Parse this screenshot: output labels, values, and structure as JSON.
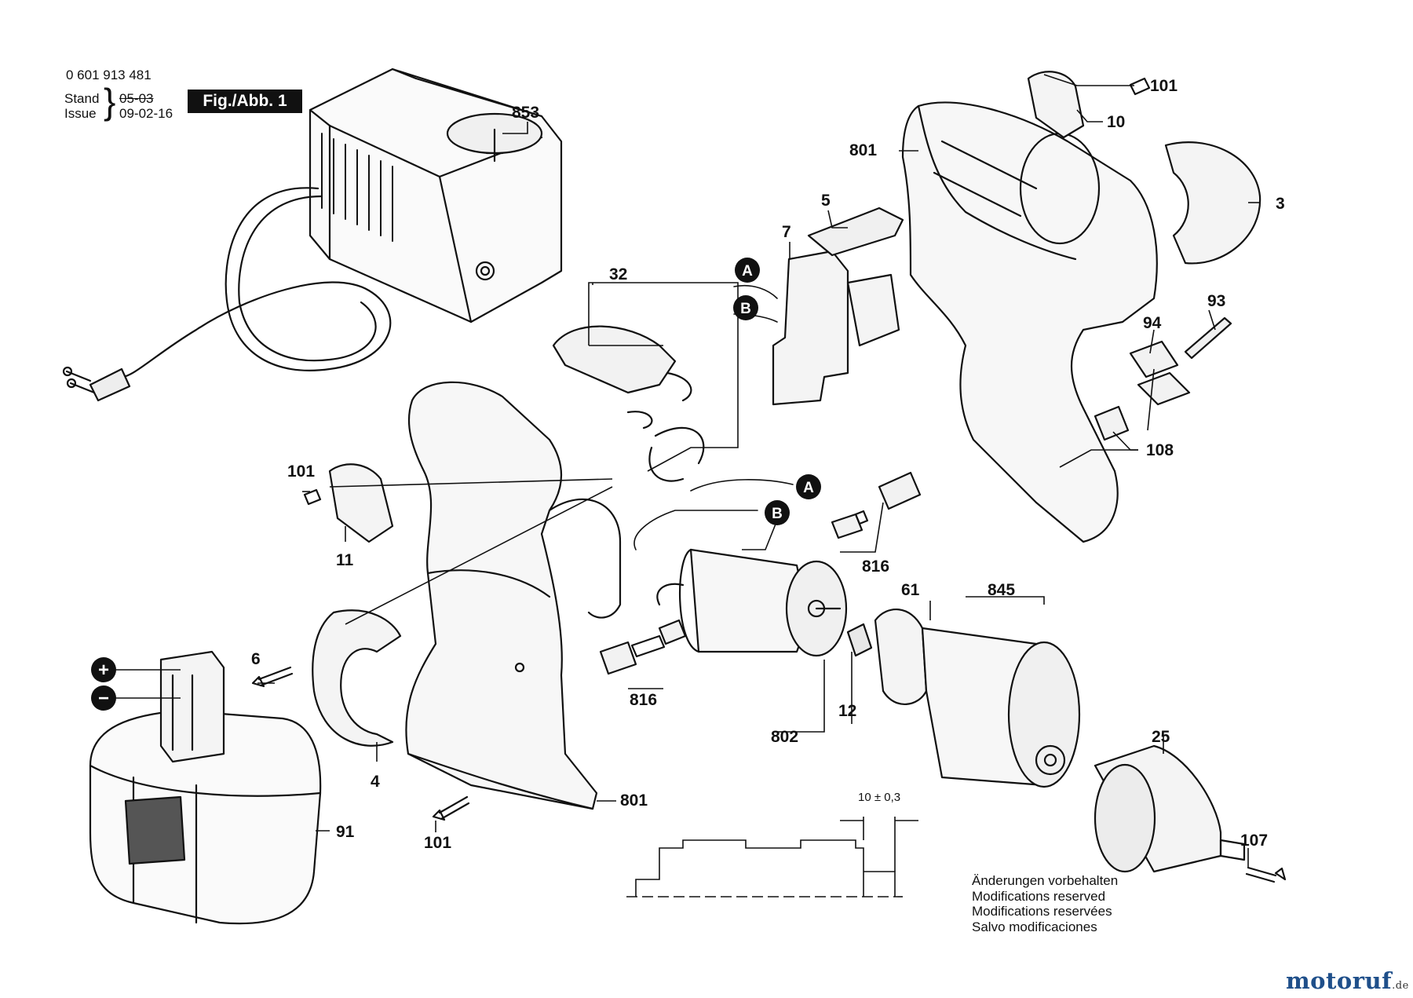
{
  "header": {
    "number": "0 601 913 481",
    "stand_label": "Stand",
    "stand_value": "05-03",
    "issue_label": "Issue",
    "issue_value": "09-02-16",
    "figure_label": "Fig./Abb. 1"
  },
  "parts": {
    "charger": "853",
    "screw_top": "101",
    "cap_right": "10",
    "housing_right": "801",
    "cover": "3",
    "switch_lever": "5",
    "switch": "7",
    "wire_a": "A",
    "wire_b": "B",
    "contacts": "32",
    "bit": "93",
    "clip": "94",
    "holder": "108",
    "screw_left": "101",
    "cap_left": "11",
    "motor_a": "A",
    "motor_b": "B",
    "brush_right": "816",
    "gearbox": "61",
    "gear_set": "845",
    "screw_6": "6",
    "ring": "4",
    "brush_left": "816",
    "pinion": "12",
    "motor": "802",
    "chuck": "25",
    "housing_left": "801",
    "screw_bottom": "101",
    "chuck_screw": "107",
    "battery": "91",
    "plus_sign": "+",
    "minus_sign": "−"
  },
  "dimension": "10 ± 0,3",
  "notes": [
    "Änderungen vorbehalten",
    "Modifications reserved",
    "Modifications reservées",
    "Salvo modificaciones"
  ],
  "brand": {
    "name": "motoruf",
    "suffix": ".de"
  }
}
